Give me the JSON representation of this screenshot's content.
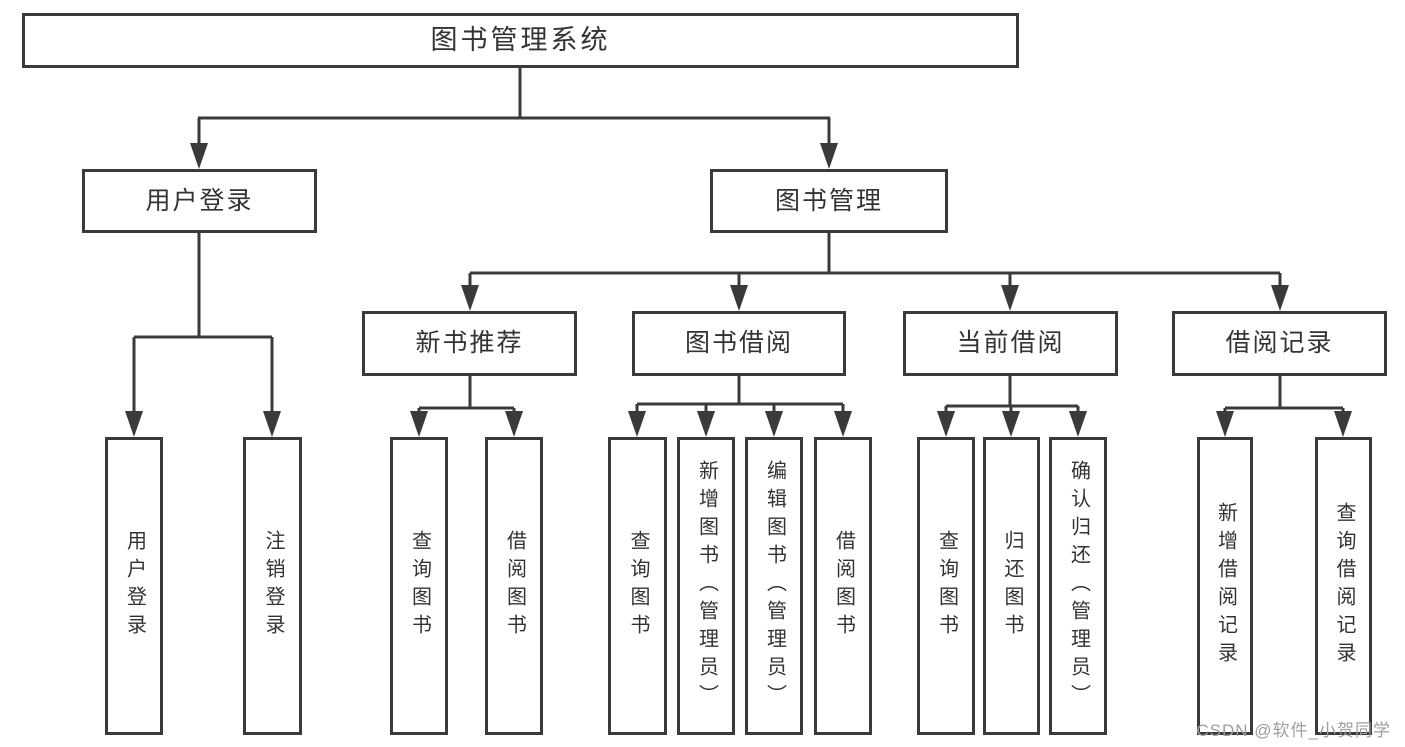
{
  "tree": {
    "root": "图书管理系统",
    "user": {
      "label": "用户登录",
      "children": [
        "用户登录",
        "注销登录"
      ]
    },
    "book": {
      "label": "图书管理",
      "sections": [
        {
          "label": "新书推荐",
          "children": [
            "查询图书",
            "借阅图书"
          ]
        },
        {
          "label": "图书借阅",
          "children": [
            "查询图书",
            "新增图书（管理员）",
            "编辑图书（管理员）",
            "借阅图书"
          ]
        },
        {
          "label": "当前借阅",
          "children": [
            "查询图书",
            "归还图书",
            "确认归还（管理员）"
          ]
        },
        {
          "label": "借阅记录",
          "children": [
            "新增借阅记录",
            "查询借阅记录"
          ]
        }
      ]
    }
  },
  "watermark": {
    "text": "CSDN @软件_小贺同学"
  },
  "colors": {
    "line": "#3a3a3a",
    "text": "#333333",
    "watermark": "#9e9e9e",
    "background": "#ffffff"
  }
}
